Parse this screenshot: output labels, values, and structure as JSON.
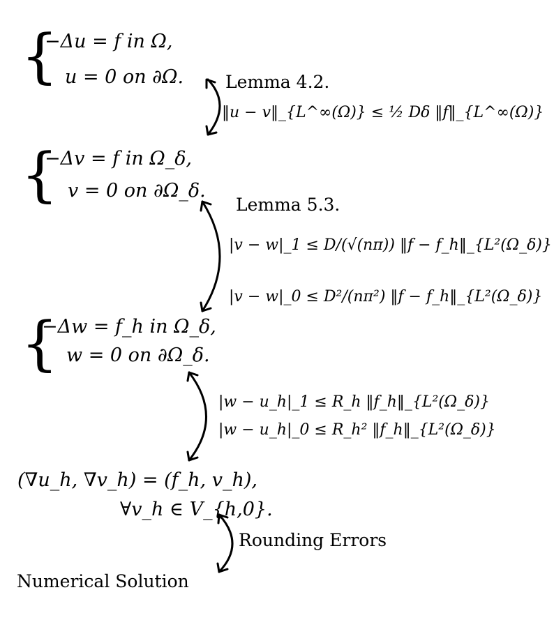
{
  "problems": [
    {
      "line1": "−Δu = f  in  Ω,",
      "line2": "u = 0  on  ∂Ω."
    },
    {
      "line1": "−Δv = f  in  Ω_δ,",
      "line2": "v = 0  on  ∂Ω_δ."
    },
    {
      "line1": "−Δw = f_h  in  Ω_δ,",
      "line2": "w = 0  on  ∂Ω_δ."
    },
    {
      "line1": "(∇u_h, ∇v_h) = (f_h, v_h),",
      "line2": "∀v_h ∈ V_{h,0}."
    }
  ],
  "final": "Numerical Solution",
  "links": [
    {
      "label": "Lemma 4.2.",
      "estimates": [
        "‖u − v‖_{L^∞(Ω)} ≤ ½ Dδ ‖f‖_{L^∞(Ω)}"
      ]
    },
    {
      "label": "Lemma 5.3.",
      "estimates": [
        "|v − w|_1 ≤ D/(√(nπ)) ‖f − f_h‖_{L²(Ω_δ)}",
        "|v − w|_0 ≤ D²/(nπ²) ‖f − f_h‖_{L²(Ω_δ)}"
      ]
    },
    {
      "label": "",
      "estimates": [
        "|w − u_h|_1 ≤ R_h ‖f_h‖_{L²(Ω_δ)}",
        "|w − u_h|_0 ≤ R_h² ‖f_h‖_{L²(Ω_δ)}"
      ]
    },
    {
      "label": "Rounding Errors",
      "estimates": []
    }
  ]
}
